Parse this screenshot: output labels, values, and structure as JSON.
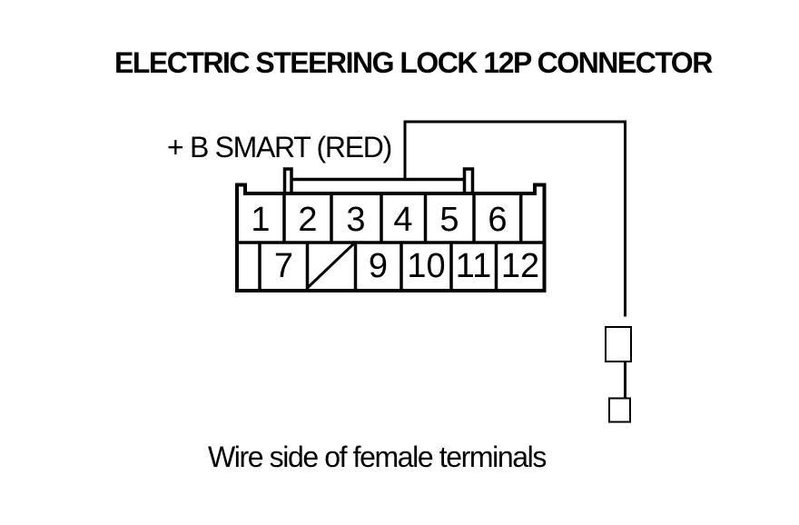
{
  "title": "ELECTRIC STEERING LOCK 12P CONNECTOR",
  "wire_label": "+ B SMART (RED)",
  "caption": "Wire side of female terminals",
  "connector": {
    "pin_count_label": "12P",
    "pins_top": [
      "1",
      "2",
      "3",
      "4",
      "5",
      "6"
    ],
    "pins_bottom": [
      "7",
      "9",
      "10",
      "11",
      "12"
    ],
    "missing_pin": "8"
  },
  "colors": {
    "line": "#000000",
    "background": "#ffffff",
    "text": "#000000"
  }
}
